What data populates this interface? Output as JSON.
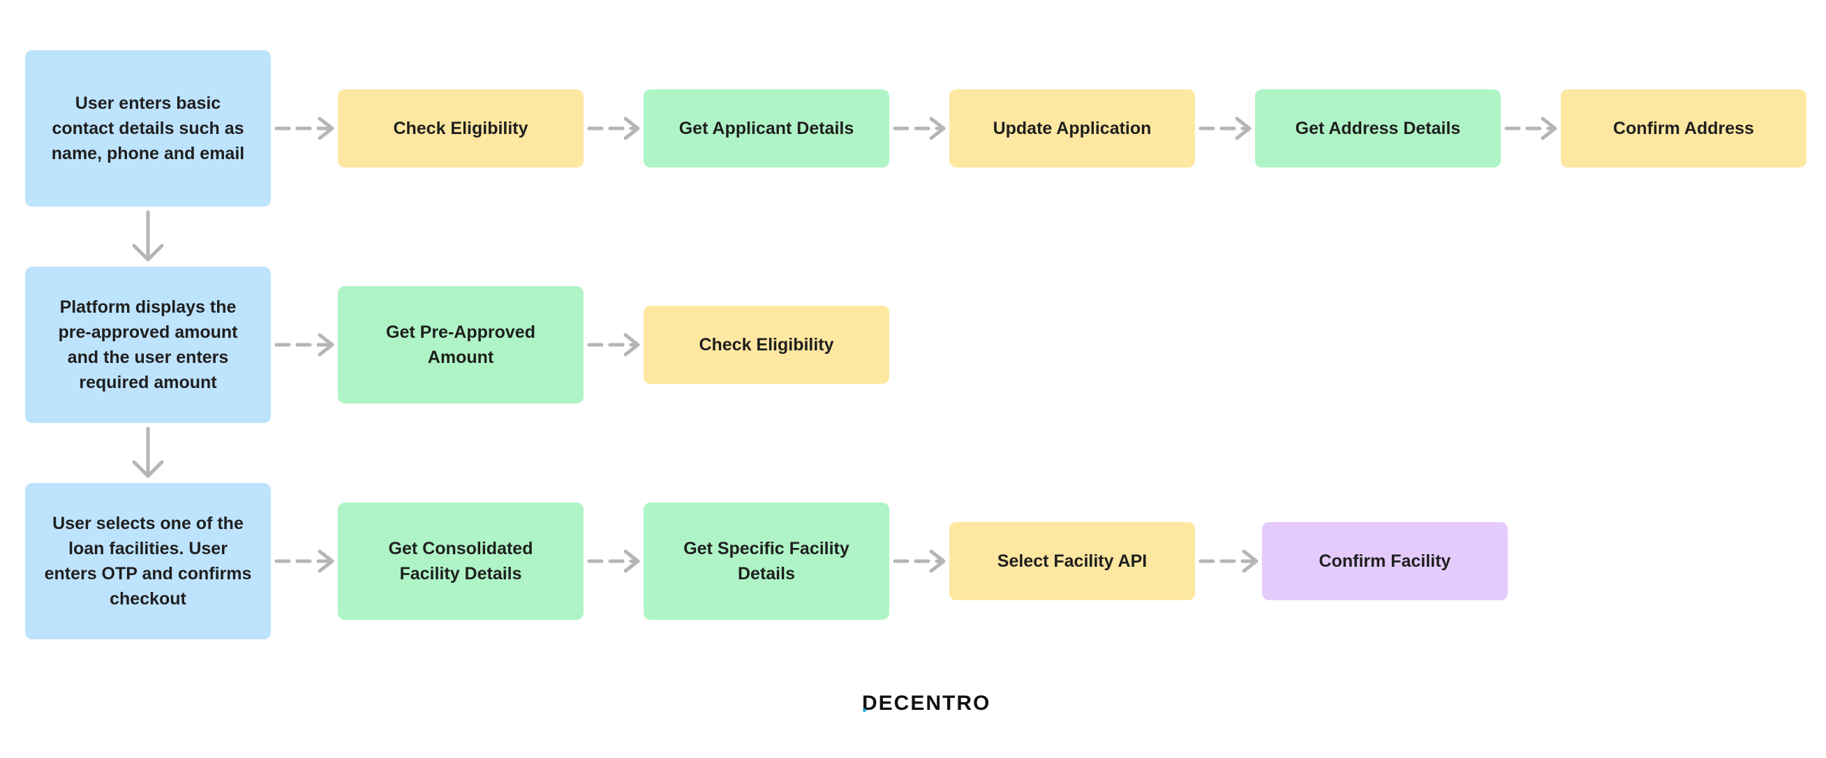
{
  "nodes": {
    "step1": "User enters basic contact details such as name, phone and email",
    "step2": "Platform displays the pre-approved amount and the user enters required amount",
    "step3": "User selects one of the loan facilities. User enters OTP and confirms checkout",
    "r1_check_eligibility": "Check Eligibility",
    "r1_get_applicant_details": "Get Applicant Details",
    "r1_update_application": "Update Application",
    "r1_get_address_details": "Get Address Details",
    "r1_confirm_address": "Confirm Address",
    "r2_get_pre_approved_amount": "Get Pre-Approved Amount",
    "r2_check_eligibility": "Check Eligibility",
    "r3_get_consolidated_facility_details": "Get Consolidated Facility Details",
    "r3_get_specific_facility_details": "Get Specific Facility Details",
    "r3_select_facility_api": "Select Facility API",
    "r3_confirm_facility": "Confirm Facility"
  },
  "colors": {
    "user_step": "#bee3fd",
    "api_call_yellow": "#fee7a0",
    "api_call_green": "#aff4c6",
    "api_call_purple": "#e4cbfb",
    "arrow": "#b5b5b5",
    "logo_dot": "#1ea7e1"
  },
  "logo": {
    "text": "DECENTRO"
  }
}
